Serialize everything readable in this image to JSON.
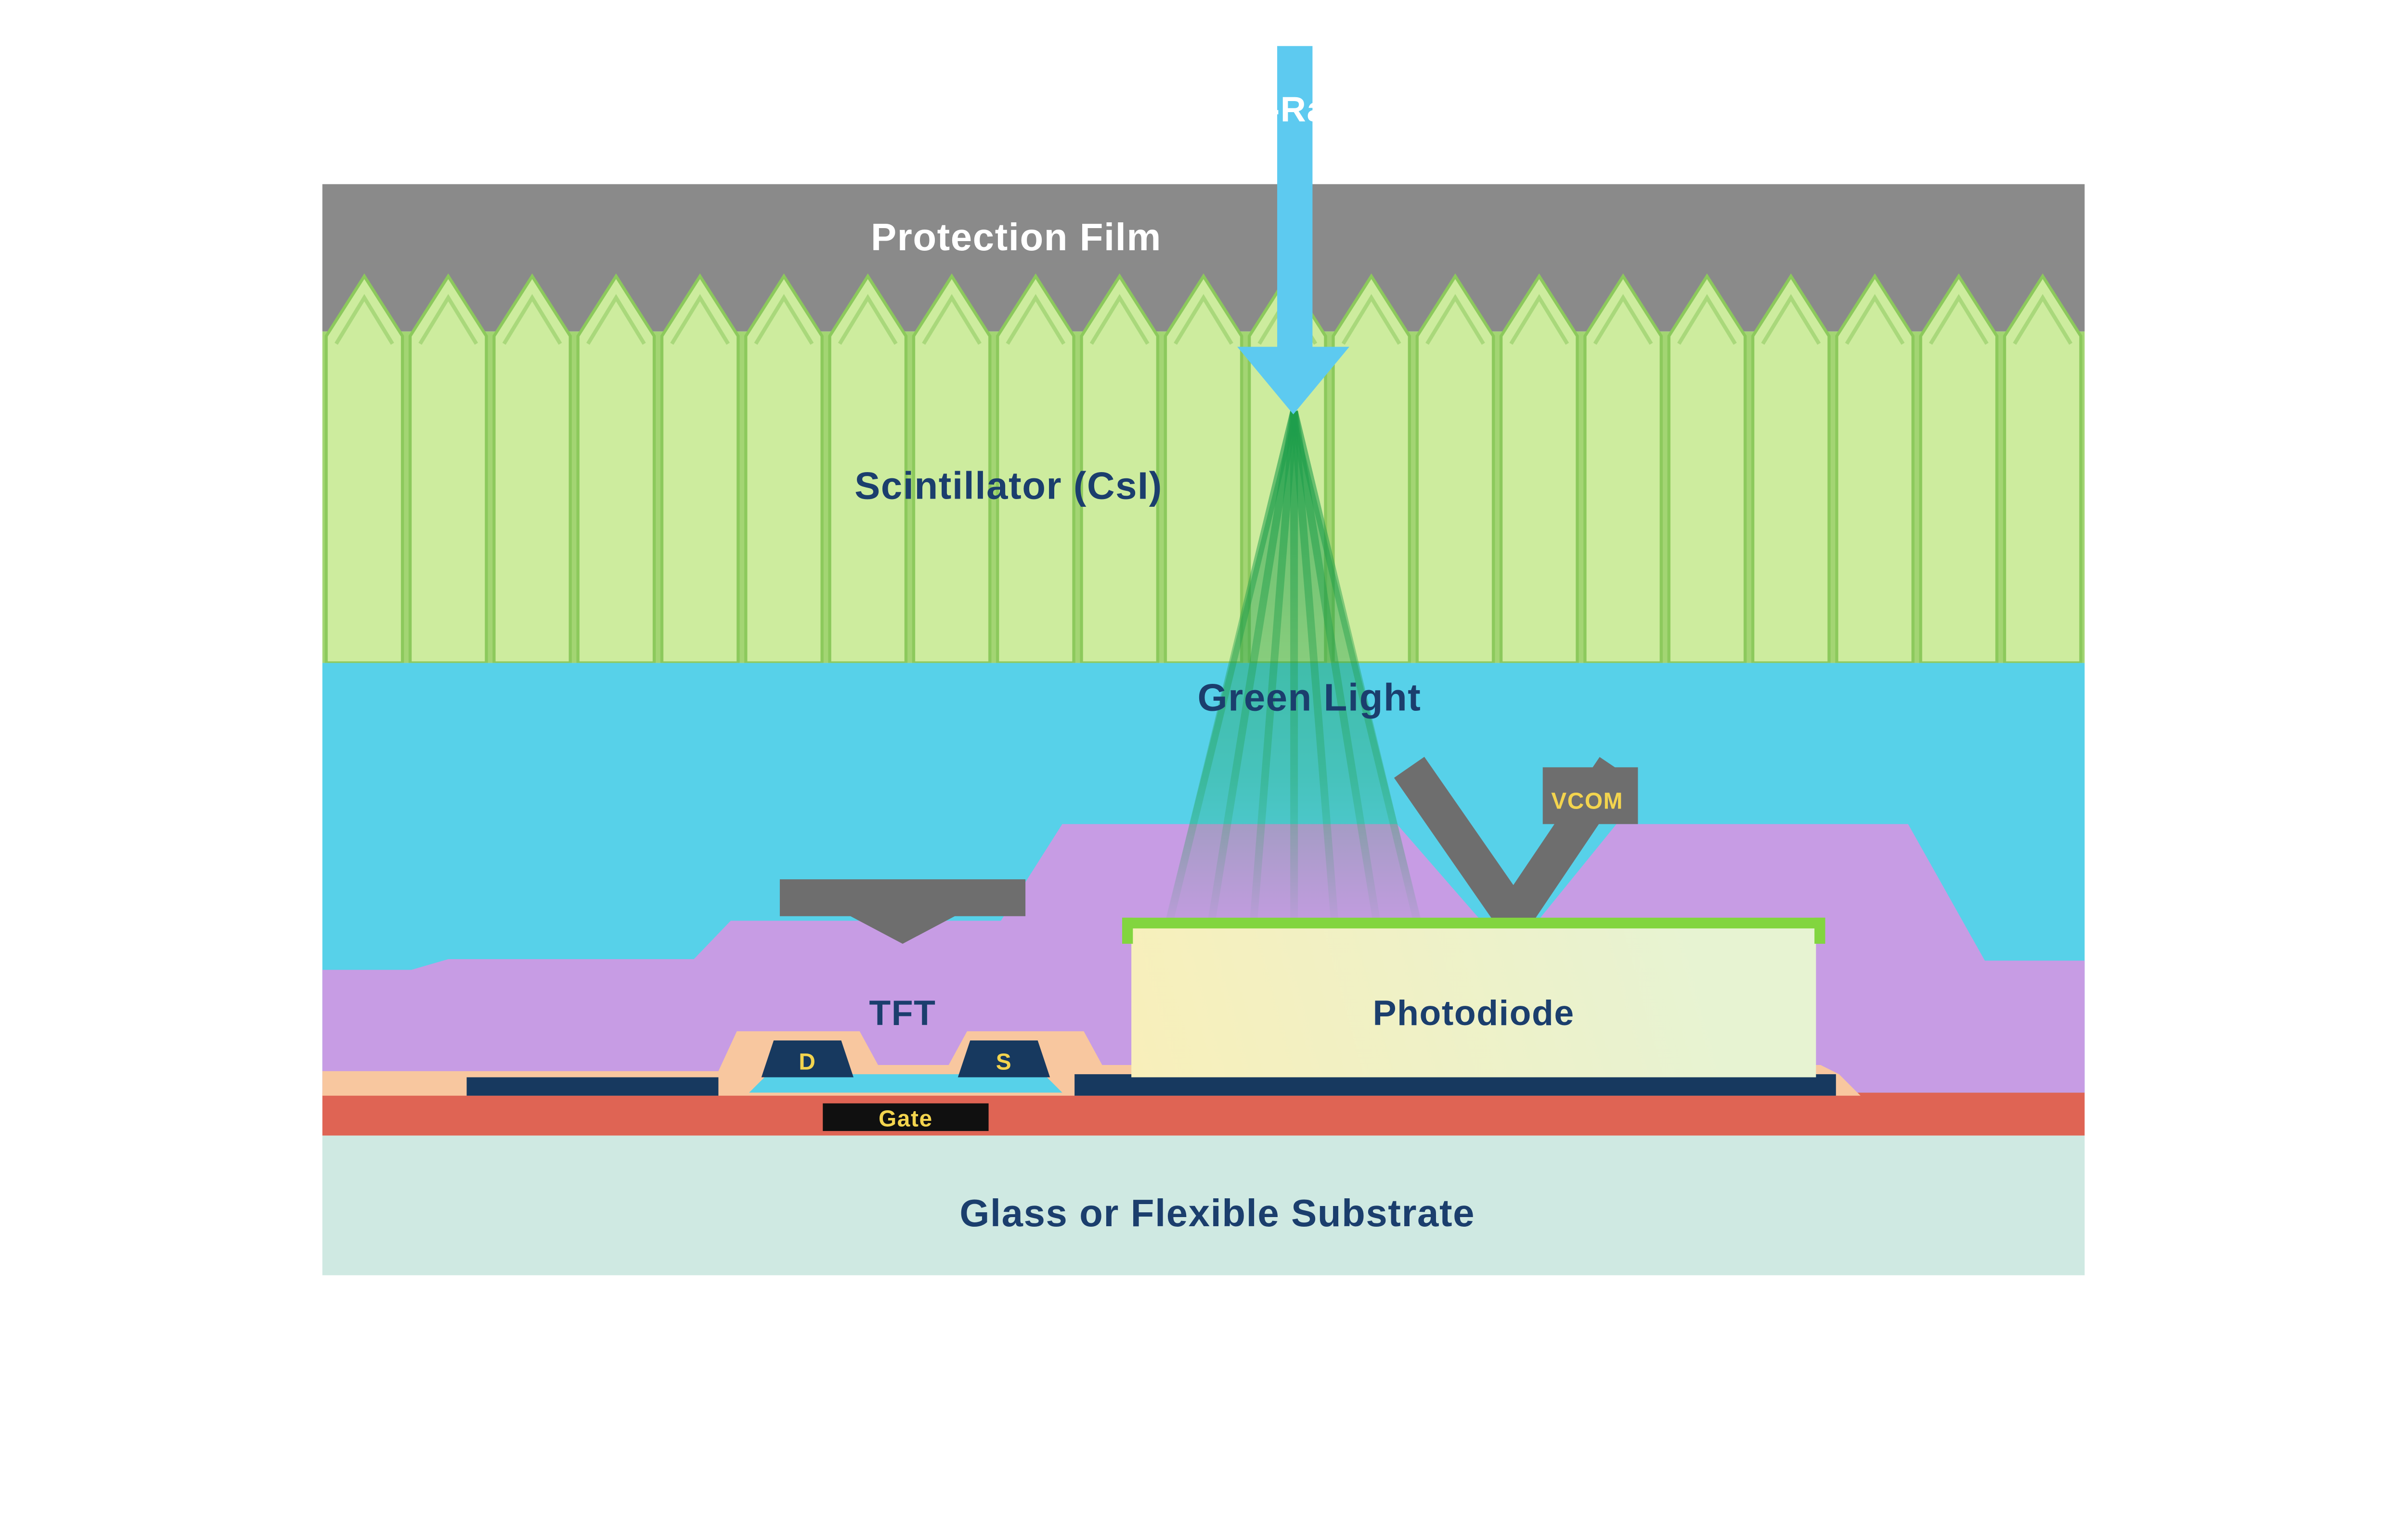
{
  "labels": {
    "xray": "X-Ray",
    "protection_film": "Protection Film",
    "scintillator": "Scintillator (CsI)",
    "green_light": "Green Light",
    "vcom": "VCOM",
    "photodiode": "Photodiode",
    "tft": "TFT",
    "drain": "D",
    "source": "S",
    "gate": "Gate",
    "substrate": "Glass or Flexible Substrate"
  },
  "colors": {
    "protection_film_gray": "#8a8a8a",
    "scintillator_fill": "#cdec9e",
    "scintillator_line": "#a3d573",
    "scintillator_outline": "#8cc95c",
    "light_cyan": "#57d1e9",
    "planarization_purple": "#c79ce4",
    "electrode_gray": "#6e6e6e",
    "photodiode_green_cap": "#82d53f",
    "insulator_salmon": "#f8c79f",
    "metal_navy": "#17395f",
    "gate_red_layer": "#df6454",
    "gate_black": "#101010",
    "substrate_teal": "#cfe9e2",
    "label_navy": "#1b3e6d",
    "label_yellow": "#f3d44e",
    "xray_arrow_cyan": "#5dcaf0",
    "green_ray": "#1e9e4b"
  }
}
